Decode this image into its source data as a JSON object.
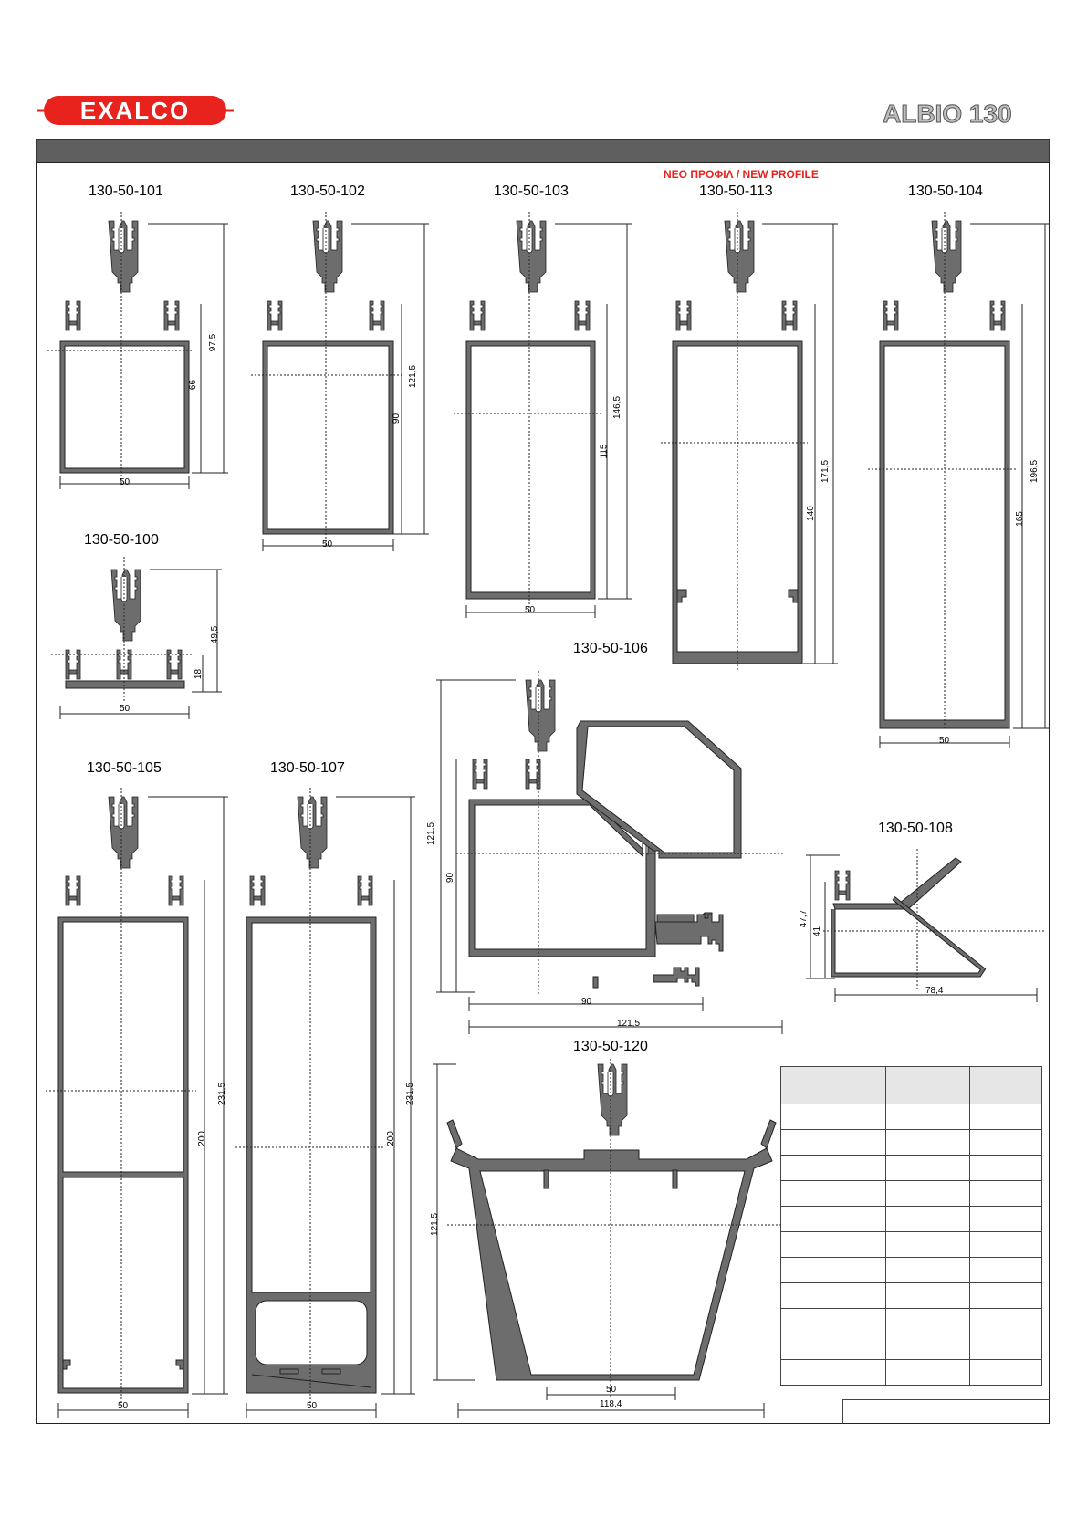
{
  "header": {
    "brand_name": "EXALCO",
    "series_name": "ALBIO 130",
    "brand_color": "#e8231d"
  },
  "new_profile_note": "ΝΕΟ ΠΡΟΦΙΛ / NEW PROFILE",
  "profiles": [
    {
      "code": "130-50-101",
      "width_dim": "50",
      "height_dims": [
        "97,5",
        "66"
      ]
    },
    {
      "code": "130-50-102",
      "width_dim": "50",
      "height_dims": [
        "121,5",
        "90"
      ]
    },
    {
      "code": "130-50-103",
      "width_dim": "50",
      "height_dims": [
        "146,5",
        "115"
      ]
    },
    {
      "code": "130-50-113",
      "width_dim": "",
      "height_dims": [
        "171,5",
        "140"
      ]
    },
    {
      "code": "130-50-104",
      "width_dim": "50",
      "height_dims": [
        "196,5",
        "165"
      ]
    },
    {
      "code": "130-50-100",
      "width_dim": "50",
      "height_dims": [
        "49,5",
        "18"
      ]
    },
    {
      "code": "130-50-106",
      "width_dims": [
        "90",
        "121,5"
      ],
      "height_dims": [
        "121,5",
        "90"
      ]
    },
    {
      "code": "130-50-105",
      "width_dim": "50",
      "height_dims": [
        "231,5",
        "200"
      ]
    },
    {
      "code": "130-50-107",
      "width_dim": "50",
      "height_dims": [
        "231,5",
        "200"
      ]
    },
    {
      "code": "130-50-108",
      "width_dim": "78,4",
      "height_dims": [
        "47,7",
        "41"
      ]
    },
    {
      "code": "130-50-120",
      "width_dims": [
        "50",
        "118,4"
      ],
      "height_dims": [
        "121,5"
      ]
    }
  ],
  "spec_table": {
    "rows": 12,
    "columns": 3
  }
}
